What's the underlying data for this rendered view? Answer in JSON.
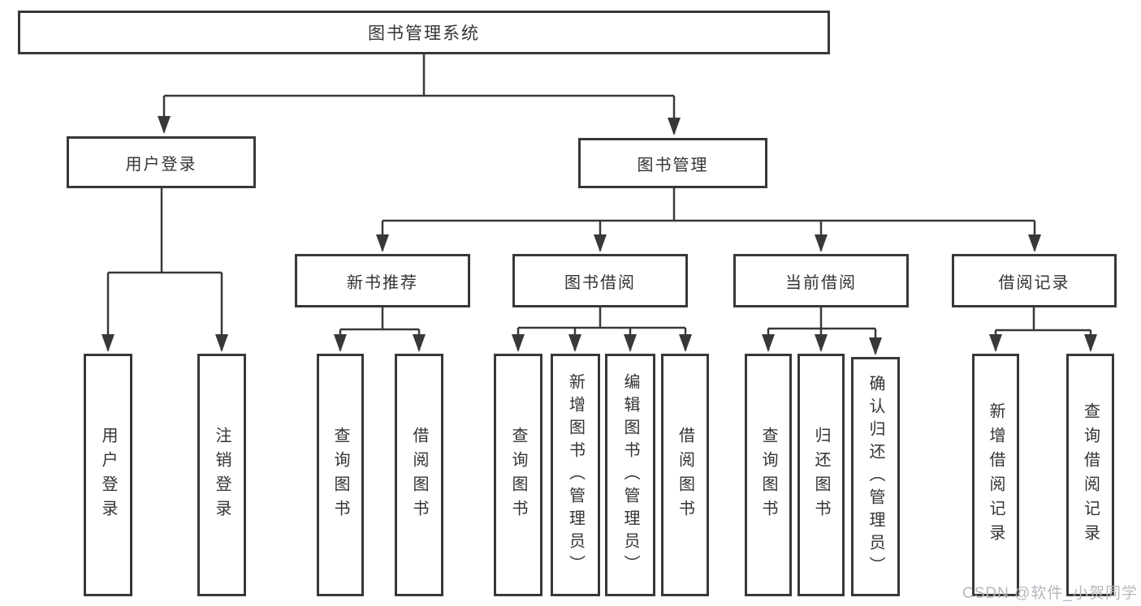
{
  "tree": {
    "label": "图书管理系统",
    "children": [
      {
        "label": "用户登录",
        "children": [
          {
            "label": "用户登录"
          },
          {
            "label": "注销登录"
          }
        ]
      },
      {
        "label": "图书管理",
        "children": [
          {
            "label": "新书推荐",
            "children": [
              {
                "label": "查询图书"
              },
              {
                "label": "借阅图书"
              }
            ]
          },
          {
            "label": "图书借阅",
            "children": [
              {
                "label": "查询图书"
              },
              {
                "label": "新增图书（管理员）"
              },
              {
                "label": "编辑图书（管理员）"
              },
              {
                "label": "借阅图书"
              }
            ]
          },
          {
            "label": "当前借阅",
            "children": [
              {
                "label": "查询图书"
              },
              {
                "label": "归还图书"
              },
              {
                "label": "确认归还（管理员）"
              }
            ]
          },
          {
            "label": "借阅记录",
            "children": [
              {
                "label": "新增借阅记录"
              },
              {
                "label": "查询借阅记录"
              }
            ]
          }
        ]
      }
    ]
  },
  "watermark": "CSDN @软件_小贺同学",
  "colors": {
    "line": "#383838",
    "box_border": "#383838",
    "text": "#333333",
    "watermark": "#b4b8bd",
    "background": "#ffffff"
  }
}
